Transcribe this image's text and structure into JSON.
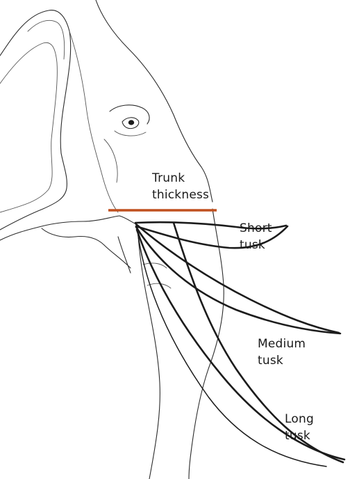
{
  "labels": {
    "trunk_thickness": {
      "line1": "Trunk",
      "line2": "thickness"
    },
    "short_tusk": {
      "line1": "Short",
      "line2": "tusk"
    },
    "medium_tusk": {
      "line1": "Medium",
      "line2": "tusk"
    },
    "long_tusk": {
      "line1": "Long",
      "line2": "tusk"
    }
  },
  "colors": {
    "measure_line": "#c0501f",
    "outline": "#2b2b2b"
  }
}
